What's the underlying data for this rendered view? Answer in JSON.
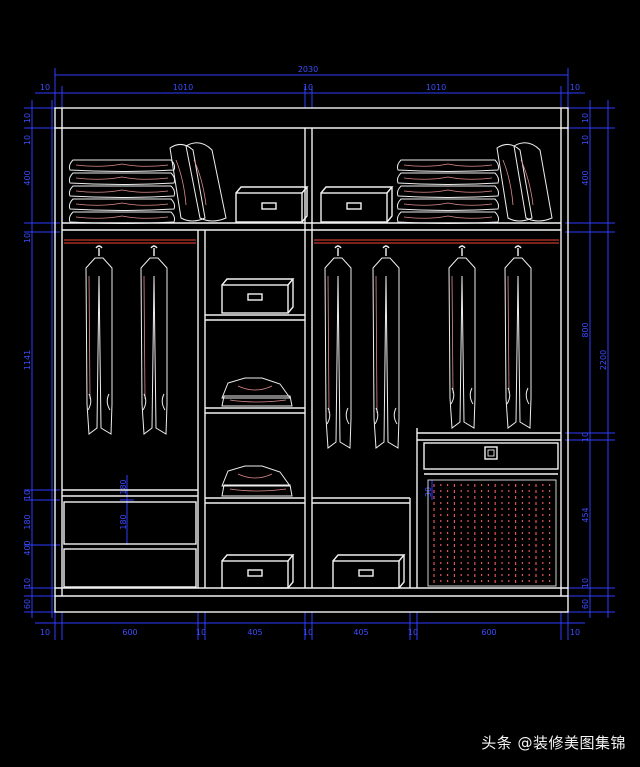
{
  "diagram": {
    "total_width": "2030",
    "total_height": "2200",
    "top_dims": [
      "10",
      "1010",
      "10",
      "1010",
      "10"
    ],
    "bottom_dims": [
      "10",
      "600",
      "10",
      "405",
      "10",
      "405",
      "10",
      "600",
      "10"
    ],
    "left_dims": [
      "10",
      "10",
      "400",
      "10",
      "1141",
      "10",
      "180",
      "400",
      "10",
      "60"
    ],
    "right_dims": [
      "10",
      "10",
      "400",
      "800",
      "10",
      "454",
      "10",
      "60"
    ],
    "inner_dims": [
      "180",
      "180",
      "30"
    ]
  },
  "watermark": {
    "text": "头条 @装修美图集锦"
  }
}
